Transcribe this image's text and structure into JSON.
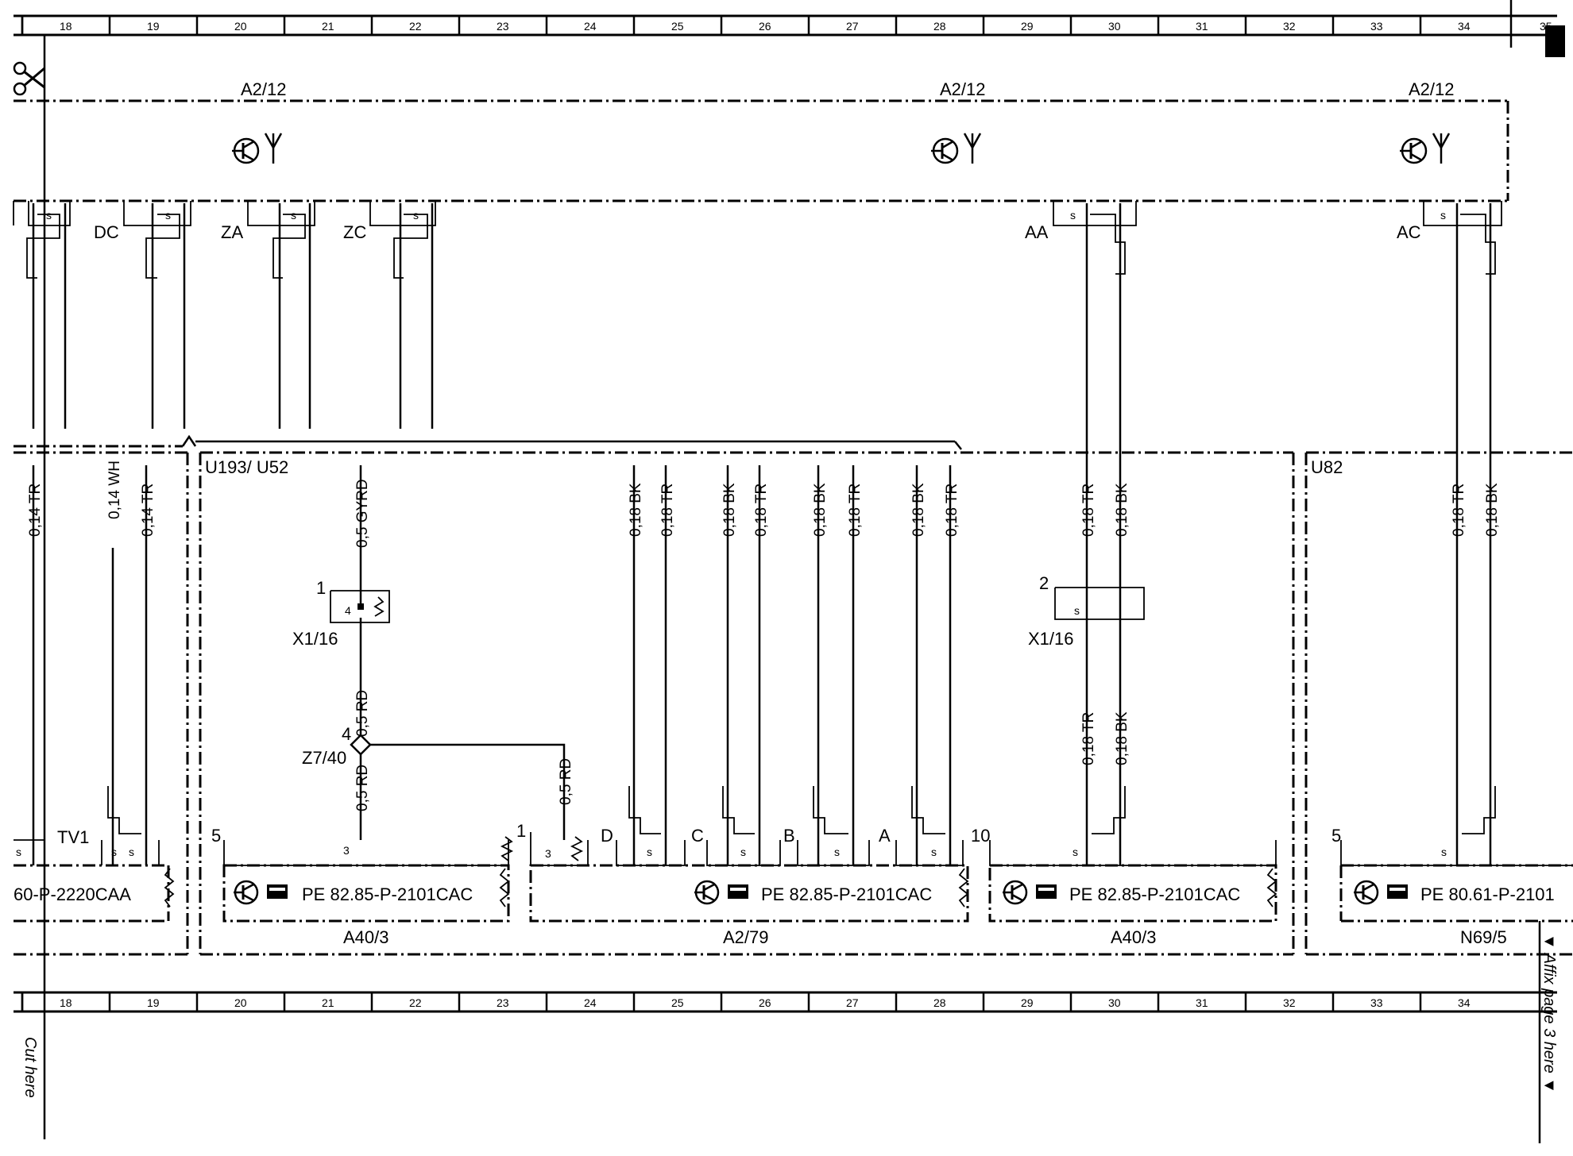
{
  "grid": {
    "numbers": [
      "18",
      "19",
      "20",
      "21",
      "22",
      "23",
      "24",
      "25",
      "26",
      "27",
      "28",
      "29",
      "30",
      "31",
      "32",
      "33",
      "34"
    ],
    "partial_right": "35"
  },
  "top_modules": [
    {
      "label": "A2/12"
    },
    {
      "label": "A2/12"
    },
    {
      "label": "A2/12"
    }
  ],
  "top_connectors": [
    {
      "label": "DC"
    },
    {
      "label": "ZA"
    },
    {
      "label": "ZC"
    },
    {
      "label": "AA"
    },
    {
      "label": "AC"
    }
  ],
  "wires": [
    {
      "label": "0,14 TR"
    },
    {
      "label": "0,14 WH"
    },
    {
      "label": "0,14 TR"
    },
    {
      "label": "0,5 GYRD"
    },
    {
      "label": "0,18 BK"
    },
    {
      "label": "0,18 TR"
    },
    {
      "label": "0,18 BK"
    },
    {
      "label": "0,18 TR"
    },
    {
      "label": "0,18 BK"
    },
    {
      "label": "0,18 TR"
    },
    {
      "label": "0,18 BK"
    },
    {
      "label": "0,18 TR"
    },
    {
      "label": "0,18 TR"
    },
    {
      "label": "0,18 BK"
    },
    {
      "label": "0,18 TR"
    },
    {
      "label": "0,18 BK"
    },
    {
      "label": "0,5 RD"
    },
    {
      "label": "0,5 RD"
    },
    {
      "label": "0,5 RD"
    },
    {
      "label": "0,18 TR"
    },
    {
      "label": "0,18 BK"
    }
  ],
  "regions": {
    "left_group": "U193/ U52",
    "right_group": "U82"
  },
  "connectors": {
    "x116_left": {
      "label": "X1/16",
      "pin": "1",
      "inner": "4"
    },
    "x116_right": {
      "label": "X1/16",
      "pin": "2"
    },
    "z7": {
      "label": "Z7/40",
      "pin": "4"
    }
  },
  "bottom_modules": [
    {
      "ref": "60-P-2220CAA",
      "name": "",
      "tag": "TV1"
    },
    {
      "ref": "PE 82.85-P-2101CAC",
      "name": "A40/3",
      "pin": "5"
    },
    {
      "ref": "PE 82.85-P-2101CAC",
      "name": "A2/79",
      "pin": "1"
    },
    {
      "ref": "PE 82.85-P-2101CAC",
      "name": "A40/3",
      "pin": "10"
    },
    {
      "ref": "PE 80.61-P-2101",
      "name": "N69/5",
      "pin": "5"
    }
  ],
  "pin_letters": [
    "D",
    "C",
    "B",
    "A"
  ],
  "pin_numbers": {
    "three_a": "3",
    "three_b": "3"
  },
  "markers": {
    "s": "s"
  },
  "cut_text": "Cut here",
  "affix_text": "▼ Affix page 3 here ▼"
}
